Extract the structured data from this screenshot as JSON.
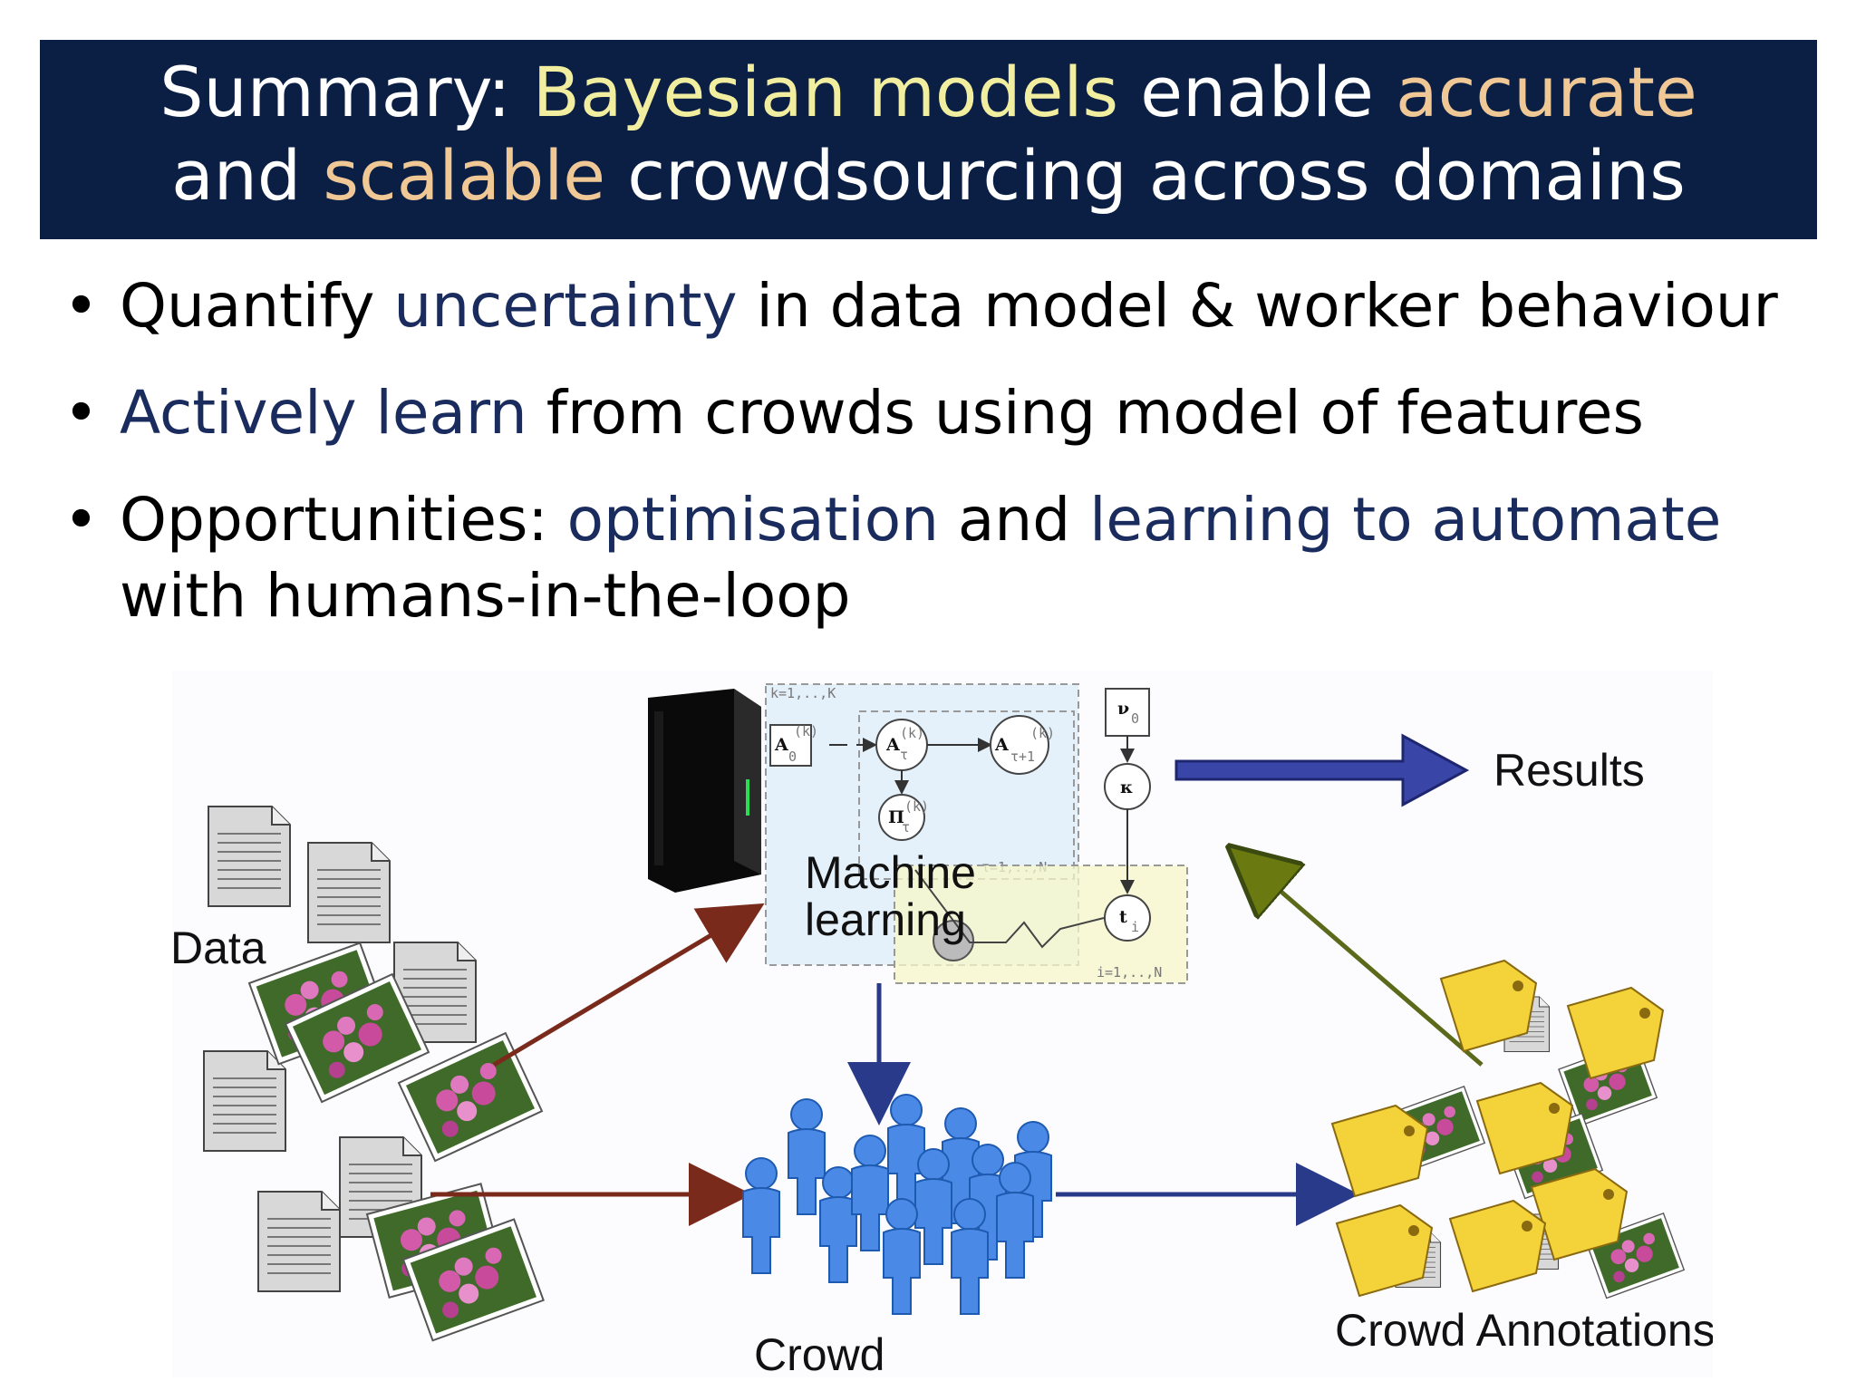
{
  "title": {
    "line1": [
      {
        "text": "Summary: ",
        "color": "white"
      },
      {
        "text": "Bayesian models",
        "color": "#f2eea0"
      },
      {
        "text": " enable ",
        "color": "white"
      },
      {
        "text": "accurate",
        "color": "#f0c896"
      }
    ],
    "line2": [
      {
        "text": "and ",
        "color": "white"
      },
      {
        "text": "scalable",
        "color": "#f0c896"
      },
      {
        "text": " crowdsourcing across domains",
        "color": "white"
      }
    ]
  },
  "bullets": [
    {
      "parts": [
        {
          "text": "Quantify "
        },
        {
          "text": "uncertainty",
          "hl": true
        },
        {
          "text": " in data model & worker behaviour"
        }
      ]
    },
    {
      "parts": [
        {
          "text": "Actively learn",
          "hl": true
        },
        {
          "text": " from crowds using model of features"
        }
      ]
    },
    {
      "parts": [
        {
          "text": "Opportunities: "
        },
        {
          "text": "optimisation",
          "hl": true
        },
        {
          "text": " and "
        },
        {
          "text": "learning to automate",
          "hl": true
        },
        {
          "text": " with humans-in-the-loop"
        }
      ]
    }
  ],
  "diagram": {
    "data_label": "Data",
    "ml_label_1": "Machine",
    "ml_label_2": "learning",
    "results_label": "Results",
    "crowd_label": "Crowd",
    "annotations_label": "Crowd Annotations",
    "plate_outer": "k=1,..,K",
    "plate_inner": "τ=1,..,N",
    "plate_i": "i=1,..,N",
    "node_a0": "A",
    "node_a0_sup": "(k)",
    "node_a0_sub": "0",
    "node_at": "A",
    "node_at_sup": "(k)",
    "node_at_sub": "τ",
    "node_at1": "A",
    "node_at1_sup": "(k)",
    "node_at1_sub": "τ+1",
    "node_pi": "Π",
    "node_pi_sup": "(k)",
    "node_pi_sub": "τ",
    "node_nu": "ν",
    "node_nu_sub": "0",
    "node_kappa": "κ",
    "node_t": "t",
    "node_t_sub": "i",
    "highlight_color": "#1a2b5e"
  }
}
